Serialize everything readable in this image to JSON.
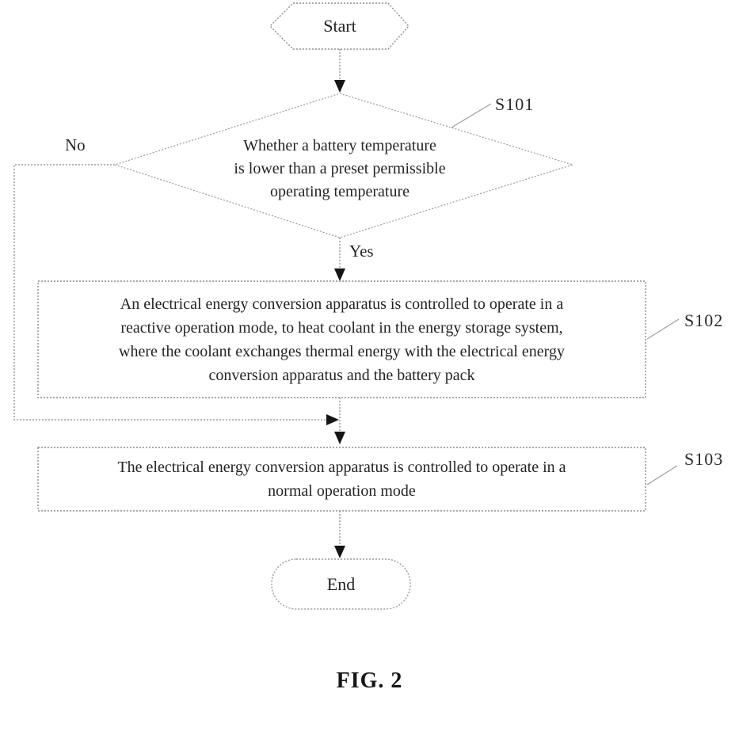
{
  "figure": {
    "caption": "FIG. 2",
    "nodes": {
      "start": {
        "label": "Start"
      },
      "decision": {
        "label": "Whether a battery temperature\nis lower than a preset permissible\noperating temperature",
        "step": "S101"
      },
      "process1": {
        "label": "An electrical energy conversion apparatus is controlled to operate in a\nreactive operation mode, to heat coolant in the energy storage system,\nwhere the coolant exchanges thermal energy with the electrical energy\nconversion apparatus and the battery pack",
        "step": "S102"
      },
      "process2": {
        "label": "The electrical energy conversion apparatus is controlled to operate in a\nnormal operation mode",
        "step": "S103"
      },
      "end": {
        "label": "End"
      }
    },
    "edges": {
      "yes_label": "Yes",
      "no_label": "No"
    },
    "colors": {
      "line": "#8c8c8c",
      "leader": "#9e9e9e",
      "arrowhead": "#151515",
      "text": "#202020"
    }
  }
}
